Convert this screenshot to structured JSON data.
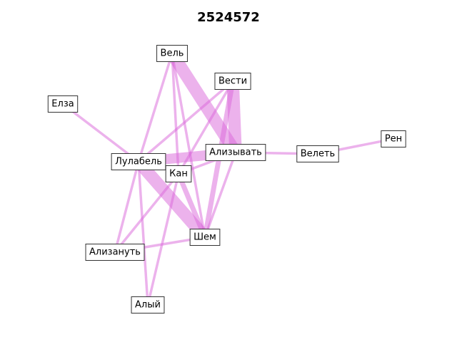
{
  "title": "2524572",
  "edge_color": "#d966d9",
  "nodes": [
    {
      "id": "vel",
      "label": "Вель"
    },
    {
      "id": "vesti",
      "label": "Вести"
    },
    {
      "id": "elza",
      "label": "Елза"
    },
    {
      "id": "ren",
      "label": "Рен"
    },
    {
      "id": "velet",
      "label": "Велеть"
    },
    {
      "id": "alizyvat",
      "label": "Ализывать"
    },
    {
      "id": "lulabel",
      "label": "Лулабель"
    },
    {
      "id": "kan",
      "label": "Кан"
    },
    {
      "id": "shem",
      "label": "Шем"
    },
    {
      "id": "alizanut",
      "label": "Ализануть"
    },
    {
      "id": "alyi",
      "label": "Алый"
    }
  ],
  "edges": [
    {
      "source": "vel",
      "target": "alizyvat",
      "weight": 5
    },
    {
      "source": "vesti",
      "target": "alizyvat",
      "weight": 5
    },
    {
      "source": "lulabel",
      "target": "shem",
      "weight": 5
    },
    {
      "source": "lulabel",
      "target": "alizyvat",
      "weight": 4
    },
    {
      "source": "vesti",
      "target": "shem",
      "weight": 2
    },
    {
      "source": "kan",
      "target": "shem",
      "weight": 2
    },
    {
      "source": "vel",
      "target": "shem",
      "weight": 1
    },
    {
      "source": "vel",
      "target": "lulabel",
      "weight": 1
    },
    {
      "source": "vel",
      "target": "kan",
      "weight": 1
    },
    {
      "source": "elza",
      "target": "lulabel",
      "weight": 1
    },
    {
      "source": "alizyvat",
      "target": "velet",
      "weight": 1
    },
    {
      "source": "velet",
      "target": "ren",
      "weight": 1
    },
    {
      "source": "kan",
      "target": "vesti",
      "weight": 1
    },
    {
      "source": "kan",
      "target": "alizyvat",
      "weight": 1
    },
    {
      "source": "lulabel",
      "target": "alizanut",
      "weight": 1
    },
    {
      "source": "lulabel",
      "target": "alyi",
      "weight": 1
    },
    {
      "source": "kan",
      "target": "alizanut",
      "weight": 1
    },
    {
      "source": "kan",
      "target": "alyi",
      "weight": 1
    },
    {
      "source": "alizanut",
      "target": "shem",
      "weight": 1
    },
    {
      "source": "alizyvat",
      "target": "shem",
      "weight": 1
    },
    {
      "source": "lulabel",
      "target": "vesti",
      "weight": 1
    }
  ]
}
